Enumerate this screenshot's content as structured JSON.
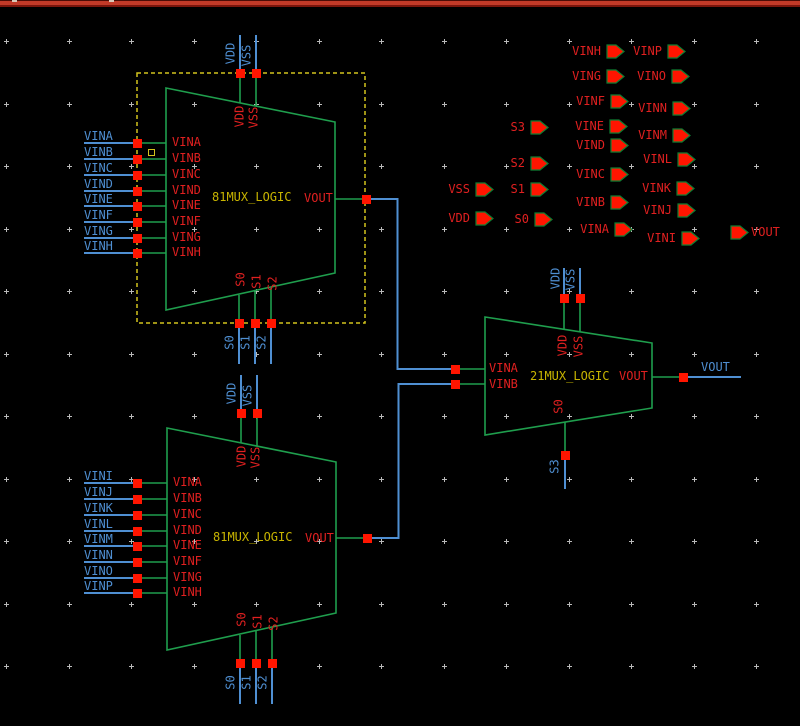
{
  "colors": {
    "background": "#000000",
    "grid_dot": "#b9b9b9",
    "titlebar_red": "#c23a28",
    "wire_blue": "#4f8fd2",
    "pin_label_red": "#e02020",
    "symbol_green": "#1f9e4d",
    "instance_label_yellow": "#c8b400",
    "solder_red": "#ff1500",
    "selection_yellow": "#d2c41e"
  },
  "instances": [
    {
      "cell": "81MUX_LOGIC",
      "selected": true,
      "pins": {
        "inputs": [
          "VINA",
          "VINB",
          "VINC",
          "VIND",
          "VINE",
          "VINF",
          "VING",
          "VINH"
        ],
        "power": [
          "VDD",
          "VSS"
        ],
        "selects": [
          "S0",
          "S1",
          "S2"
        ],
        "output": "VOUT"
      },
      "nets": {
        "inputs": [
          "VINA",
          "VINB",
          "VINC",
          "VIND",
          "VINE",
          "VINF",
          "VING",
          "VINH"
        ],
        "power": [
          "VDD",
          "VSS"
        ],
        "selects": [
          "S0",
          "S1",
          "S2"
        ]
      }
    },
    {
      "cell": "81MUX_LOGIC",
      "selected": false,
      "pins": {
        "inputs": [
          "VINA",
          "VINB",
          "VINC",
          "VIND",
          "VINE",
          "VINF",
          "VING",
          "VINH"
        ],
        "power": [
          "VDD",
          "VSS"
        ],
        "selects": [
          "S0",
          "S1",
          "S2"
        ],
        "output": "VOUT"
      },
      "nets": {
        "inputs": [
          "VINI",
          "VINJ",
          "VINK",
          "VINL",
          "VINM",
          "VINN",
          "VINO",
          "VINP"
        ],
        "power": [
          "VDD",
          "VSS"
        ],
        "selects": [
          "S0",
          "S1",
          "S2"
        ]
      }
    },
    {
      "cell": "21MUX_LOGIC",
      "selected": false,
      "pins": {
        "inputs": [
          "VINA",
          "VINB"
        ],
        "power": [
          "VDD",
          "VSS"
        ],
        "selects": [
          "S0"
        ],
        "output": "VOUT"
      },
      "nets": {
        "power": [
          "VDD",
          "VSS"
        ],
        "selects": [
          "S3"
        ],
        "output": "VOUT"
      }
    }
  ],
  "ports": {
    "items": [
      {
        "label": "VINH",
        "dir": "in"
      },
      {
        "label": "VINP",
        "dir": "in"
      },
      {
        "label": "VING",
        "dir": "in"
      },
      {
        "label": "VINO",
        "dir": "in"
      },
      {
        "label": "VINF",
        "dir": "in"
      },
      {
        "label": "VINN",
        "dir": "in"
      },
      {
        "label": "VINE",
        "dir": "in"
      },
      {
        "label": "VINM",
        "dir": "in"
      },
      {
        "label": "VIND",
        "dir": "in"
      },
      {
        "label": "VINL",
        "dir": "in"
      },
      {
        "label": "VINC",
        "dir": "in"
      },
      {
        "label": "VINK",
        "dir": "in"
      },
      {
        "label": "VINB",
        "dir": "in"
      },
      {
        "label": "VINJ",
        "dir": "in"
      },
      {
        "label": "VINA",
        "dir": "in"
      },
      {
        "label": "VINI",
        "dir": "in"
      },
      {
        "label": "S3",
        "dir": "in"
      },
      {
        "label": "S2",
        "dir": "in"
      },
      {
        "label": "S1",
        "dir": "in"
      },
      {
        "label": "S0",
        "dir": "in"
      },
      {
        "label": "VSS",
        "dir": "in"
      },
      {
        "label": "VDD",
        "dir": "in"
      },
      {
        "label": "VOUT",
        "dir": "out"
      }
    ]
  }
}
